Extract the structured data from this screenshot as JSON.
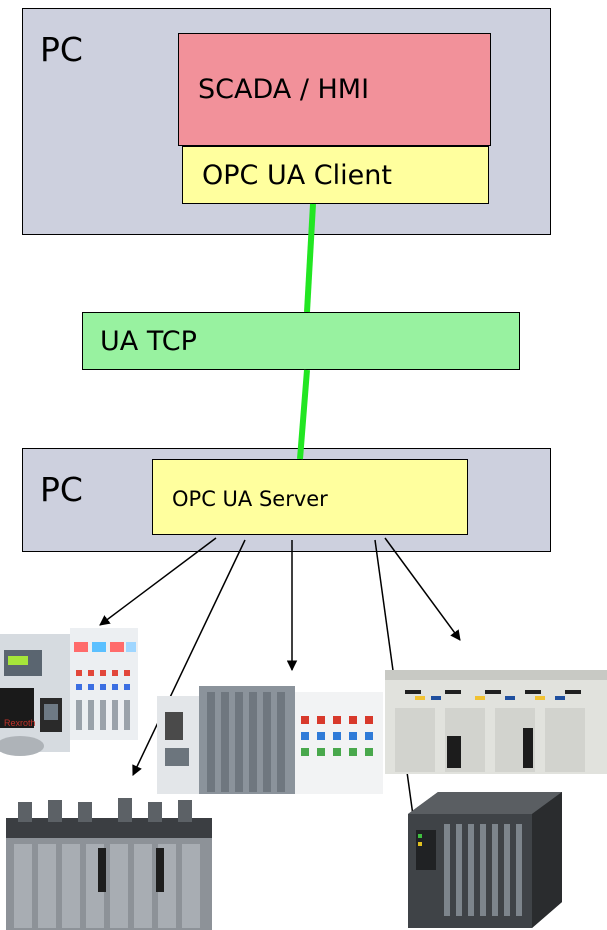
{
  "top_pc": {
    "label": "PC"
  },
  "scada": {
    "label": "SCADA / HMI"
  },
  "opc_client": {
    "label": "OPC UA Client"
  },
  "transport": {
    "label": "UA TCP"
  },
  "bottom_pc": {
    "label": "PC"
  },
  "opc_server": {
    "label": "OPC UA Server"
  },
  "colors": {
    "pc_box": "#cdd0de",
    "scada_box": "#f2919a",
    "opc_box": "#ffff9e",
    "tcp_box": "#98f2a0",
    "connection_line": "#22e622"
  },
  "devices": [
    {
      "icon": "rexroth-plc-icon",
      "branding": "Rexroth"
    },
    {
      "icon": "modular-io-plc-icon"
    },
    {
      "icon": "rack-plc-icon"
    },
    {
      "icon": "allen-bradley-rack-plc-icon"
    },
    {
      "icon": "siemens-s7-plc-icon"
    }
  ]
}
